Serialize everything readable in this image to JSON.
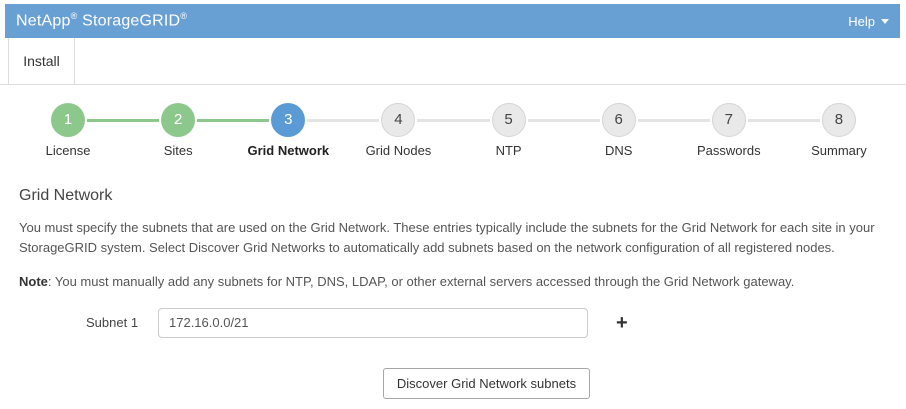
{
  "colors": {
    "header_bg": "#69a0d4",
    "step_done": "#8cc88c",
    "step_active": "#5b9bd5",
    "step_pending_bg": "#e9e9e9",
    "step_pending_border": "#d5d5d5",
    "connector_pending": "#e4e4e4",
    "border_light": "#dddddd",
    "text_dark": "#444444",
    "text_body": "#555555"
  },
  "header": {
    "brand_first": "NetApp",
    "brand_second": "StorageGRID",
    "reg_mark": "®",
    "help_label": "Help"
  },
  "tabs": {
    "install": "Install"
  },
  "wizard": {
    "steps": [
      {
        "number": "1",
        "label": "License",
        "state": "done"
      },
      {
        "number": "2",
        "label": "Sites",
        "state": "done"
      },
      {
        "number": "3",
        "label": "Grid Network",
        "state": "active"
      },
      {
        "number": "4",
        "label": "Grid Nodes",
        "state": "pending"
      },
      {
        "number": "5",
        "label": "NTP",
        "state": "pending"
      },
      {
        "number": "6",
        "label": "DNS",
        "state": "pending"
      },
      {
        "number": "7",
        "label": "Passwords",
        "state": "pending"
      },
      {
        "number": "8",
        "label": "Summary",
        "state": "pending"
      }
    ]
  },
  "content": {
    "title": "Grid Network",
    "description": "You must specify the subnets that are used on the Grid Network. These entries typically include the subnets for the Grid Network for each site in your StorageGRID system. Select Discover Grid Networks to automatically add subnets based on the network configuration of all registered nodes.",
    "note_label": "Note",
    "note_rest": ": You must manually add any subnets for NTP, DNS, LDAP, or other external servers accessed through the Grid Network gateway.",
    "subnet": {
      "label": "Subnet 1",
      "value": "172.16.0.0/21"
    },
    "discover_button": "Discover Grid Network subnets"
  },
  "icons": {
    "add_subnet": "+",
    "help_caret": "caret-down"
  }
}
